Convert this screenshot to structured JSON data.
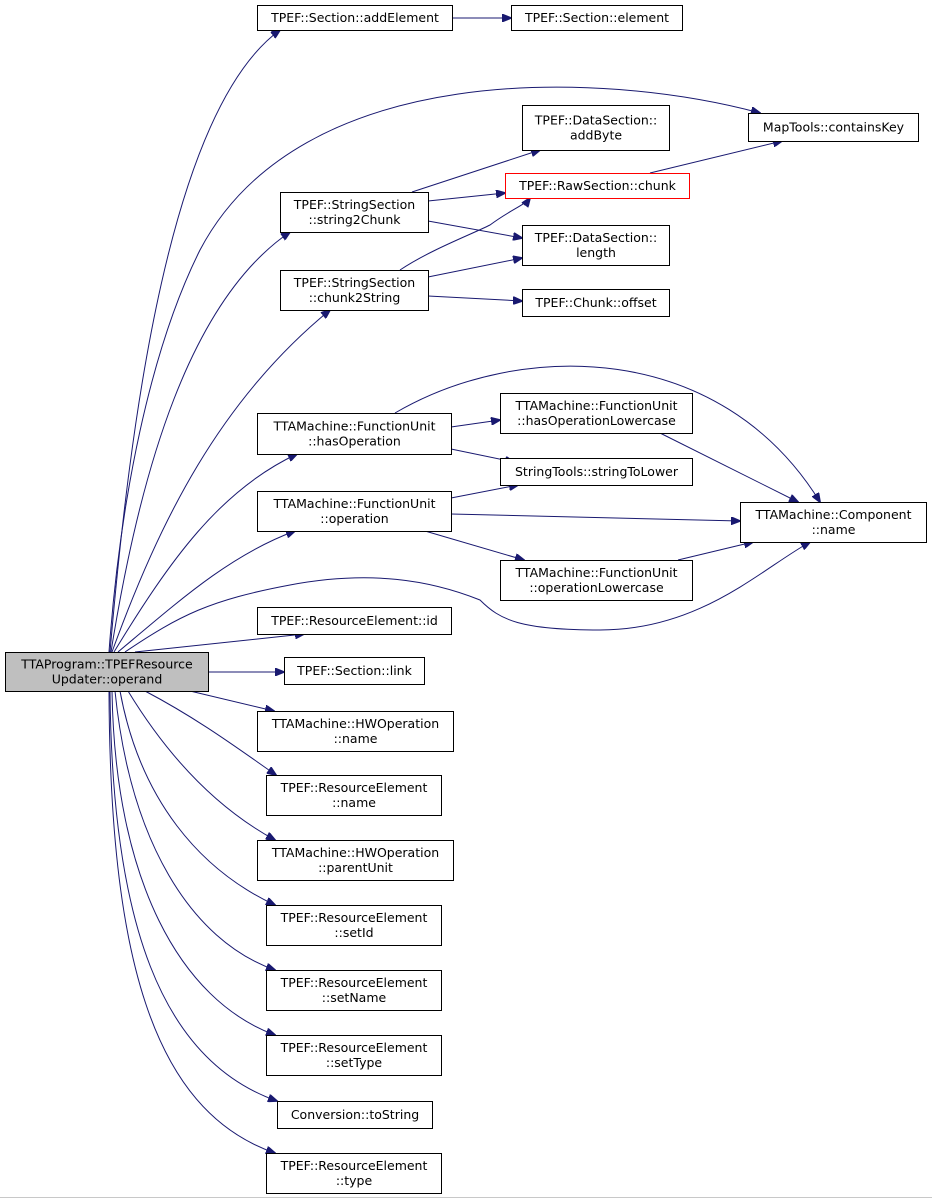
{
  "colors": {
    "edge": "#191970",
    "node_border": "#000000",
    "node_fill": "#ffffff",
    "root_fill": "#bfbfbf",
    "highlight_border": "#ff0000"
  },
  "nodes": [
    {
      "id": "root",
      "lines": [
        "TTAProgram::TPEFResource",
        "Updater::operand"
      ],
      "root": true
    },
    {
      "id": "addElement",
      "lines": [
        "TPEF::Section::addElement"
      ]
    },
    {
      "id": "element",
      "lines": [
        "TPEF::Section::element"
      ]
    },
    {
      "id": "containsKey",
      "lines": [
        "MapTools::containsKey"
      ]
    },
    {
      "id": "addByte",
      "lines": [
        "TPEF::DataSection::",
        "addByte"
      ]
    },
    {
      "id": "chunk",
      "lines": [
        "TPEF::RawSection::chunk"
      ],
      "highlight": true
    },
    {
      "id": "string2Chunk",
      "lines": [
        "TPEF::StringSection",
        "::string2Chunk"
      ]
    },
    {
      "id": "length",
      "lines": [
        "TPEF::DataSection::",
        "length"
      ]
    },
    {
      "id": "chunk2String",
      "lines": [
        "TPEF::StringSection",
        "::chunk2String"
      ]
    },
    {
      "id": "offset",
      "lines": [
        "TPEF::Chunk::offset"
      ]
    },
    {
      "id": "hasOperation",
      "lines": [
        "TTAMachine::FunctionUnit",
        "::hasOperation"
      ]
    },
    {
      "id": "hasOperationLowercase",
      "lines": [
        "TTAMachine::FunctionUnit",
        "::hasOperationLowercase"
      ]
    },
    {
      "id": "stringToLower",
      "lines": [
        "StringTools::stringToLower"
      ]
    },
    {
      "id": "fuOperation",
      "lines": [
        "TTAMachine::FunctionUnit",
        "::operation"
      ]
    },
    {
      "id": "componentName",
      "lines": [
        "TTAMachine::Component",
        "::name"
      ]
    },
    {
      "id": "operationLowercase",
      "lines": [
        "TTAMachine::FunctionUnit",
        "::operationLowercase"
      ]
    },
    {
      "id": "reId",
      "lines": [
        "TPEF::ResourceElement::id"
      ]
    },
    {
      "id": "link",
      "lines": [
        "TPEF::Section::link"
      ]
    },
    {
      "id": "hwName",
      "lines": [
        "TTAMachine::HWOperation",
        "::name"
      ]
    },
    {
      "id": "reName",
      "lines": [
        "TPEF::ResourceElement",
        "::name"
      ]
    },
    {
      "id": "parentUnit",
      "lines": [
        "TTAMachine::HWOperation",
        "::parentUnit"
      ]
    },
    {
      "id": "setId",
      "lines": [
        "TPEF::ResourceElement",
        "::setId"
      ]
    },
    {
      "id": "setName",
      "lines": [
        "TPEF::ResourceElement",
        "::setName"
      ]
    },
    {
      "id": "setType",
      "lines": [
        "TPEF::ResourceElement",
        "::setType"
      ]
    },
    {
      "id": "toString",
      "lines": [
        "Conversion::toString"
      ]
    },
    {
      "id": "reType",
      "lines": [
        "TPEF::ResourceElement",
        "::type"
      ]
    }
  ],
  "edges": [
    [
      "root",
      "addElement"
    ],
    [
      "root",
      "containsKey"
    ],
    [
      "root",
      "string2Chunk"
    ],
    [
      "root",
      "chunk2String"
    ],
    [
      "root",
      "hasOperation"
    ],
    [
      "root",
      "fuOperation"
    ],
    [
      "root",
      "componentName"
    ],
    [
      "root",
      "reId"
    ],
    [
      "root",
      "link"
    ],
    [
      "root",
      "hwName"
    ],
    [
      "root",
      "reName"
    ],
    [
      "root",
      "parentUnit"
    ],
    [
      "root",
      "setId"
    ],
    [
      "root",
      "setName"
    ],
    [
      "root",
      "setType"
    ],
    [
      "root",
      "toString"
    ],
    [
      "root",
      "reType"
    ],
    [
      "addElement",
      "element"
    ],
    [
      "string2Chunk",
      "addByte"
    ],
    [
      "string2Chunk",
      "chunk"
    ],
    [
      "string2Chunk",
      "length"
    ],
    [
      "chunk2String",
      "chunk"
    ],
    [
      "chunk2String",
      "length"
    ],
    [
      "chunk2String",
      "offset"
    ],
    [
      "chunk",
      "containsKey"
    ],
    [
      "hasOperation",
      "hasOperationLowercase"
    ],
    [
      "hasOperation",
      "stringToLower"
    ],
    [
      "hasOperation",
      "componentName"
    ],
    [
      "hasOperationLowercase",
      "componentName"
    ],
    [
      "fuOperation",
      "stringToLower"
    ],
    [
      "fuOperation",
      "componentName"
    ],
    [
      "fuOperation",
      "operationLowercase"
    ],
    [
      "operationLowercase",
      "componentName"
    ]
  ]
}
